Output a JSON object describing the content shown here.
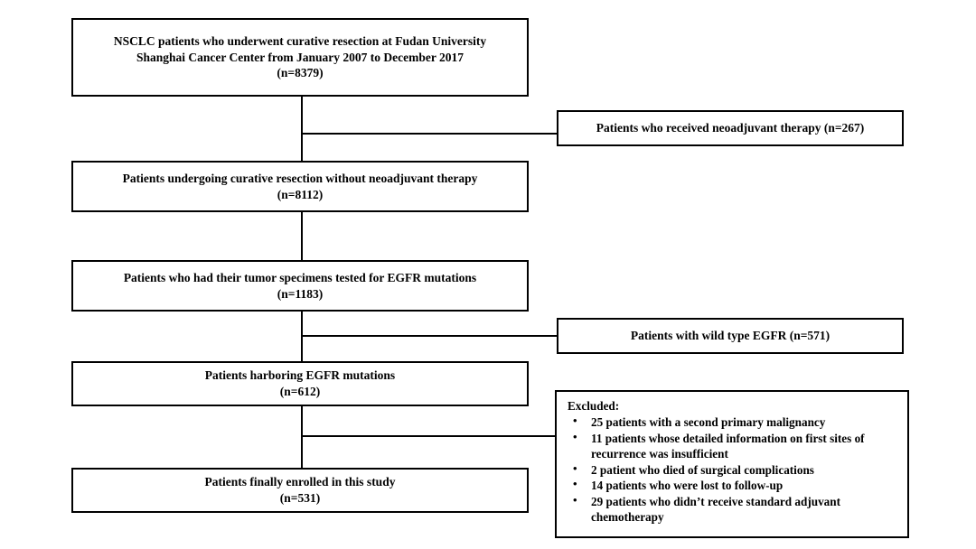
{
  "diagram": {
    "type": "study-enrollment-flowchart",
    "bullet_glyph": "•",
    "nodes": {
      "n1": {
        "line1": "NSCLC patients who underwent curative resection at Fudan University",
        "line2": "Shanghai Cancer Center from January 2007 to December 2017",
        "line3": "(n=8379)"
      },
      "n2": {
        "line1": "Patients undergoing curative resection without neoadjuvant therapy",
        "line2": "(n=8112)"
      },
      "n3": {
        "line1": "Patients who had their tumor specimens tested for EGFR mutations",
        "line2": "(n=1183)"
      },
      "n4": {
        "line1": "Patients harboring EGFR mutations",
        "line2": "(n=612)"
      },
      "n5": {
        "line1": "Patients finally enrolled in this study",
        "line2": "(n=531)"
      },
      "e1": {
        "line1": "Patients who received neoadjuvant therapy (n=267)"
      },
      "e2": {
        "line1": "Patients with wild type EGFR (n=571)"
      },
      "e3": {
        "title": "Excluded:",
        "items": [
          "25 patients with a second primary malignancy",
          "11 patients whose detailed information on first sites of recurrence was insufficient",
          "2 patient who died of surgical complications",
          "14 patients who were lost to follow-up",
          "29 patients who didn’t receive standard adjuvant chemotherapy"
        ]
      }
    }
  }
}
